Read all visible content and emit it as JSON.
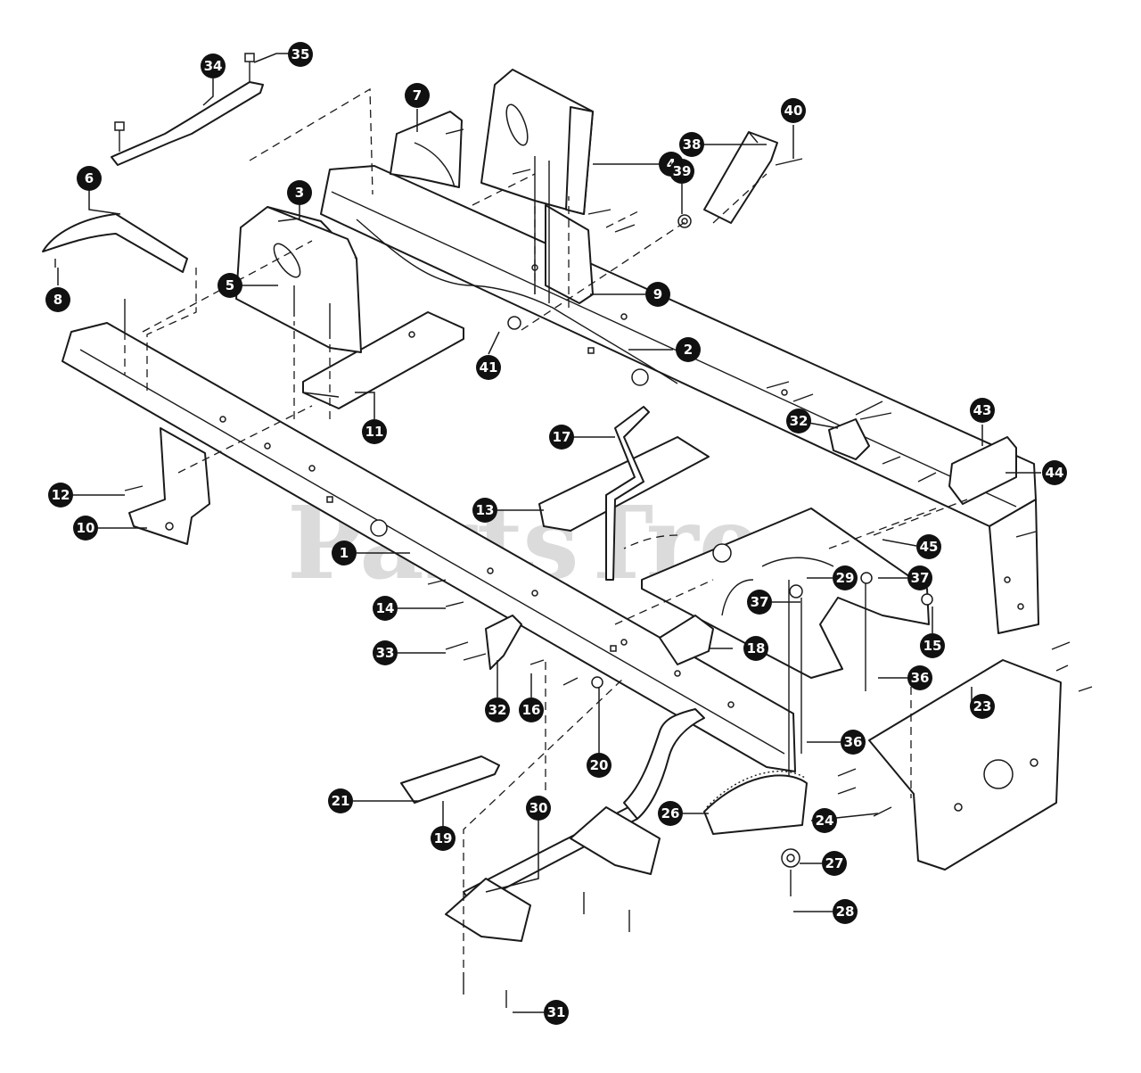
{
  "diagram": {
    "watermark": "PartsTree",
    "callouts": [
      {
        "id": "p1",
        "label": "1"
      },
      {
        "id": "p2",
        "label": "2"
      },
      {
        "id": "p3",
        "label": "3"
      },
      {
        "id": "p4",
        "label": "4"
      },
      {
        "id": "p5",
        "label": "5"
      },
      {
        "id": "p6",
        "label": "6"
      },
      {
        "id": "p7",
        "label": "7"
      },
      {
        "id": "p8",
        "label": "8"
      },
      {
        "id": "p9",
        "label": "9"
      },
      {
        "id": "p10",
        "label": "10"
      },
      {
        "id": "p11",
        "label": "11"
      },
      {
        "id": "p12",
        "label": "12"
      },
      {
        "id": "p13",
        "label": "13"
      },
      {
        "id": "p14",
        "label": "14"
      },
      {
        "id": "p15",
        "label": "15"
      },
      {
        "id": "p16",
        "label": "16"
      },
      {
        "id": "p17",
        "label": "17"
      },
      {
        "id": "p18",
        "label": "18"
      },
      {
        "id": "p19",
        "label": "19"
      },
      {
        "id": "p20",
        "label": "20"
      },
      {
        "id": "p21",
        "label": "21"
      },
      {
        "id": "p23",
        "label": "23"
      },
      {
        "id": "p24",
        "label": "24"
      },
      {
        "id": "p26",
        "label": "26"
      },
      {
        "id": "p27",
        "label": "27"
      },
      {
        "id": "p28",
        "label": "28"
      },
      {
        "id": "p29",
        "label": "29"
      },
      {
        "id": "p30",
        "label": "30"
      },
      {
        "id": "p31",
        "label": "31"
      },
      {
        "id": "p32a",
        "label": "32"
      },
      {
        "id": "p32b",
        "label": "32"
      },
      {
        "id": "p33",
        "label": "33"
      },
      {
        "id": "p34",
        "label": "34"
      },
      {
        "id": "p35",
        "label": "35"
      },
      {
        "id": "p36a",
        "label": "36"
      },
      {
        "id": "p36b",
        "label": "36"
      },
      {
        "id": "p37a",
        "label": "37"
      },
      {
        "id": "p37b",
        "label": "37"
      },
      {
        "id": "p38",
        "label": "38"
      },
      {
        "id": "p39",
        "label": "39"
      },
      {
        "id": "p40",
        "label": "40"
      },
      {
        "id": "p41",
        "label": "41"
      },
      {
        "id": "p43",
        "label": "43"
      },
      {
        "id": "p44",
        "label": "44"
      },
      {
        "id": "p45",
        "label": "45"
      }
    ]
  }
}
